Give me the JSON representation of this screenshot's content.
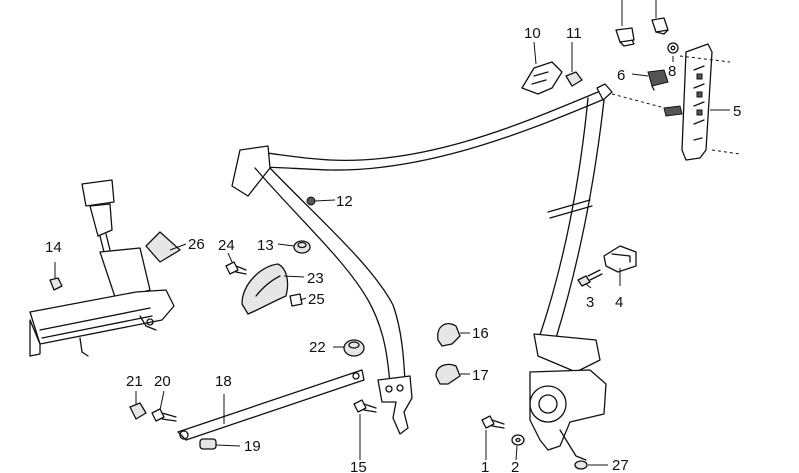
{
  "labels": {
    "l1": "1",
    "l2": "2",
    "l3": "3",
    "l4": "4",
    "l5": "5",
    "l6": "6",
    "l8": "8",
    "l10": "10",
    "l11": "11",
    "l12": "12",
    "l13": "13",
    "l14": "14",
    "l15": "15",
    "l16": "16",
    "l17": "17",
    "l18": "18",
    "l19": "19",
    "l20": "20",
    "l21": "21",
    "l22": "22",
    "l23": "23",
    "l24": "24",
    "l25": "25",
    "l26": "26",
    "l27": "27"
  }
}
